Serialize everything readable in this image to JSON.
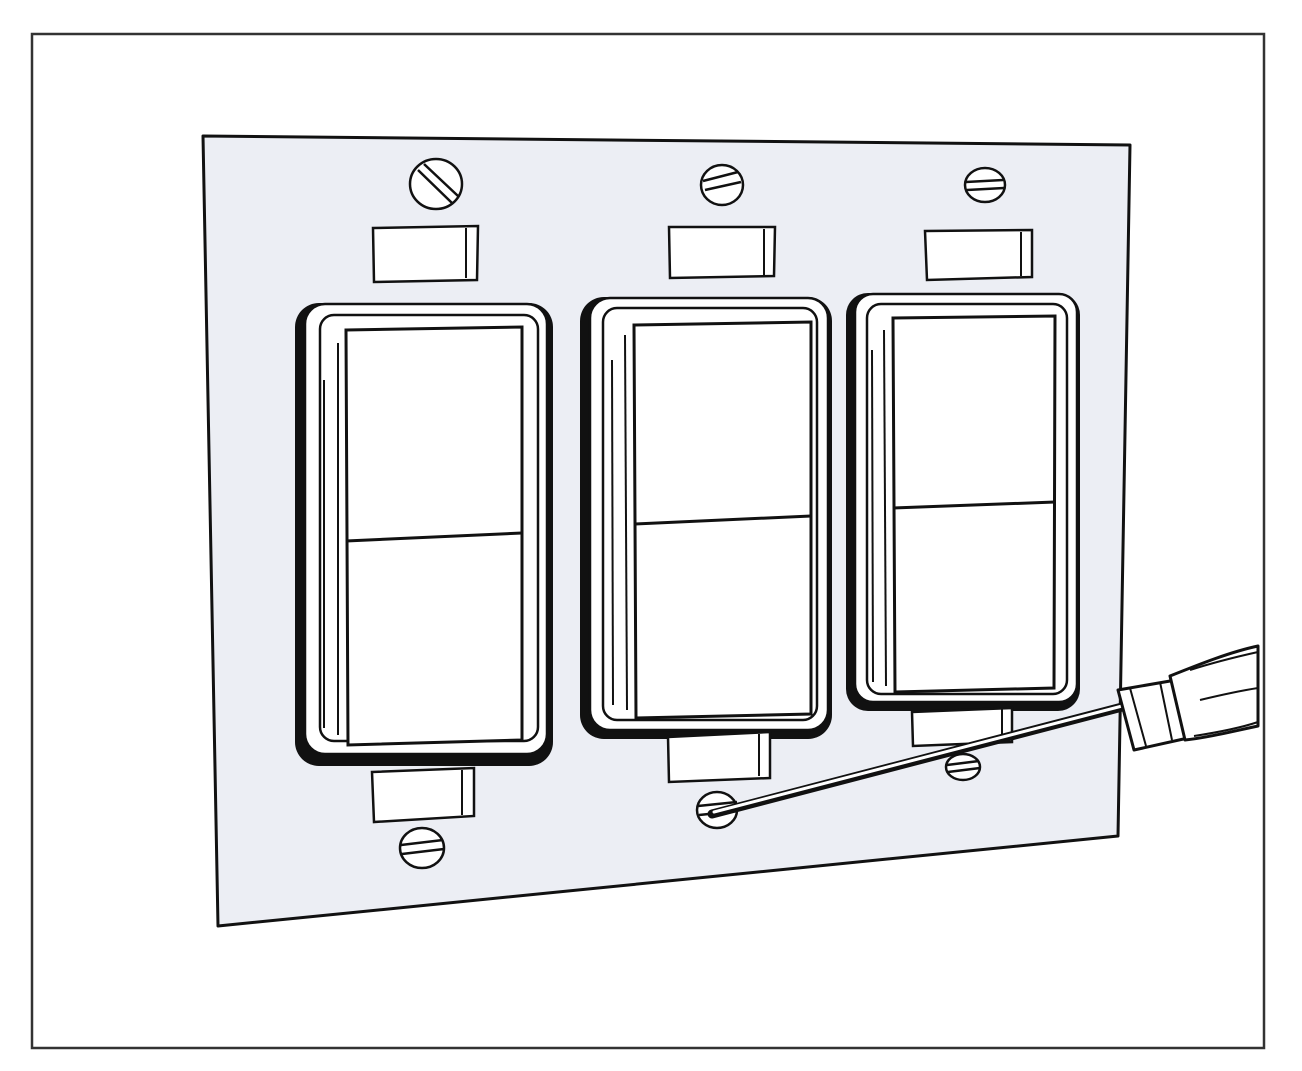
{
  "illustration": {
    "subject": "three-gang-decorator-switch-wall-plate-with-screwdriver",
    "switch_count": 3,
    "plate_screw_count": 6,
    "colors": {
      "frame_stroke": "#333333",
      "plate_fill": "#eceef4",
      "line_art": "#111111",
      "rocker_fill": "#ffffff",
      "screwdriver_handle": "#ffffff"
    },
    "icons": [
      "screwdriver-icon",
      "screw-icon"
    ]
  }
}
